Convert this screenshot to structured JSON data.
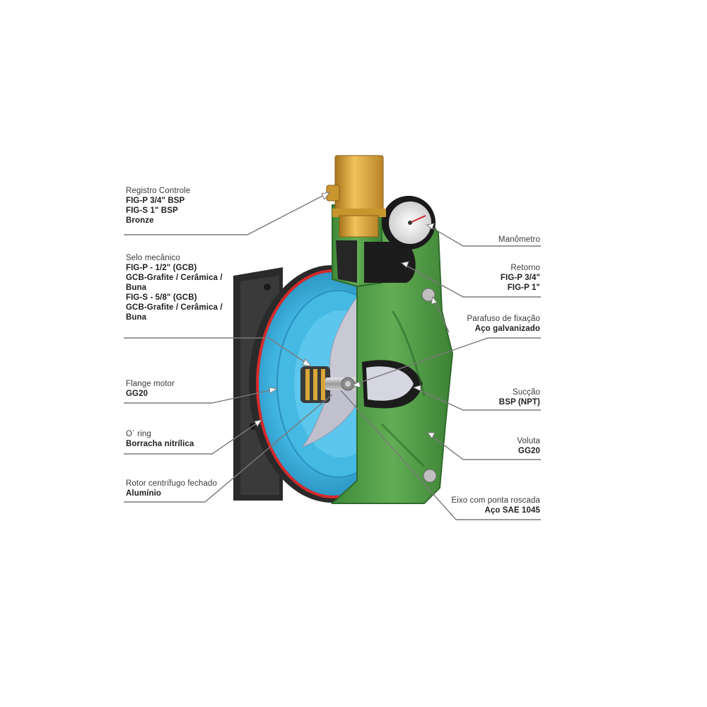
{
  "labels": {
    "registro": {
      "title": "Registro Controle",
      "lines": [
        "FIG-P 3/4\" BSP",
        "FIG-S 1\" BSP",
        "Bronze"
      ]
    },
    "selo": {
      "title": "Selo mecânico",
      "lines": [
        "FIG-P - 1/2\" (GCB)",
        "GCB-Grafite / Cerâmica /",
        "Buna",
        "FIG-S - 5/8\" (GCB)",
        "GCB-Grafite / Cerâmica /",
        "Buna"
      ]
    },
    "flange": {
      "title": "Flange motor",
      "lines": [
        "GG20"
      ]
    },
    "oring": {
      "title": "O` ring",
      "lines": [
        "Borracha nitrílica"
      ]
    },
    "rotor": {
      "title": "Rotor centrífugo fechado",
      "lines": [
        "Alumínio"
      ]
    },
    "manometro": {
      "title": "Manômetro",
      "lines": []
    },
    "retorno": {
      "title": "Retorno",
      "lines": [
        "FIG-P 3/4\"",
        "FIG-P 1\""
      ]
    },
    "parafuso": {
      "title": "Parafuso de fixação",
      "lines": [
        "Aço galvanizado"
      ]
    },
    "succao": {
      "title": "Sucção",
      "lines": [
        "BSP (NPT)"
      ]
    },
    "voluta": {
      "title": "Voluta",
      "lines": [
        "GG20"
      ]
    },
    "eixo": {
      "title": "Eixo com ponta roscada",
      "lines": [
        "Aço SAE 1045"
      ]
    }
  },
  "colors": {
    "volute_green": "#4e9a45",
    "volute_dark": "#2f6b2c",
    "impeller_blue": "#3fb3df",
    "impeller_dark": "#1f7fae",
    "brass": "#d9a63a",
    "motor_black": "#2a2a2a",
    "oring_red": "#d32b2b",
    "leader_line": "#7a7a7a"
  }
}
